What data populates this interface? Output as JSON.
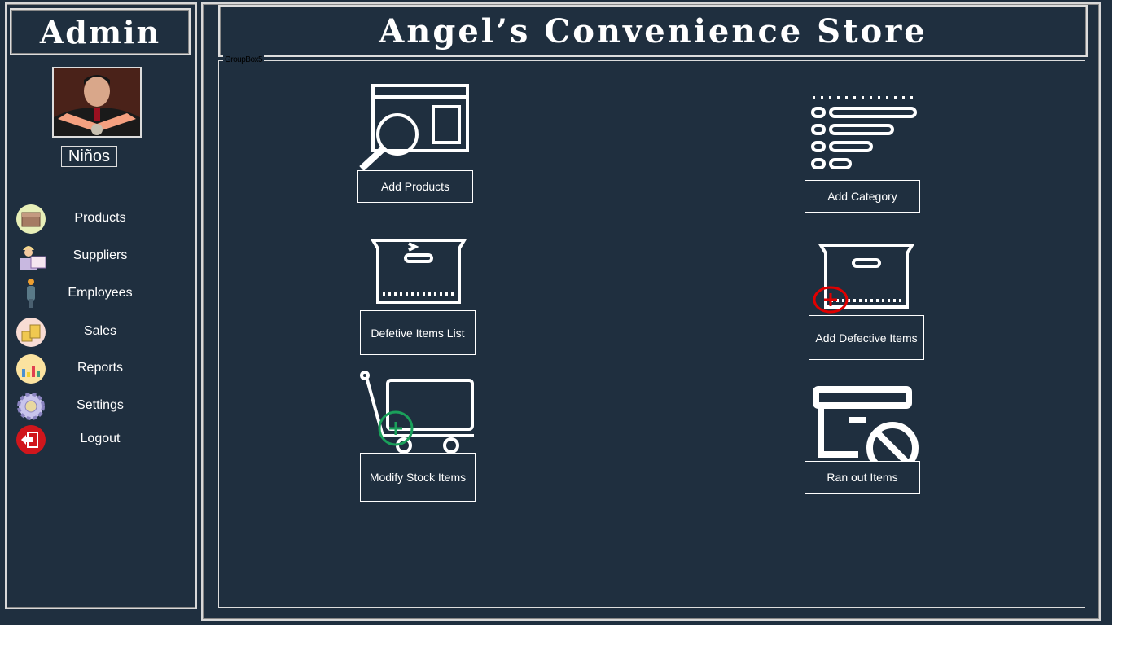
{
  "sidebar": {
    "title": "Admin",
    "user_name": "Niños",
    "items": [
      {
        "label": "Products",
        "icon": "box-icon"
      },
      {
        "label": "Suppliers",
        "icon": "supplier-icon"
      },
      {
        "label": "Employees",
        "icon": "employee-icon"
      },
      {
        "label": "Sales",
        "icon": "coins-icon"
      },
      {
        "label": "Reports",
        "icon": "bar-chart-icon"
      },
      {
        "label": "Settings",
        "icon": "gear-icon"
      },
      {
        "label": "Logout",
        "icon": "logout-icon"
      }
    ]
  },
  "header": {
    "title": "Angel’s Convenience Store"
  },
  "group": {
    "label": "GroupBox5",
    "buttons": {
      "add_products": "Add Products",
      "add_category": "Add Category",
      "defective_list": "Defetive Items List",
      "add_defective": "Add Defective Items",
      "modify_stock": "Modify Stock Items",
      "ran_out": "Ran out Items"
    }
  },
  "colors": {
    "background": "#1f2f3f",
    "border": "#d8d8d8",
    "logout": "#d0161c",
    "add_defective_mark": "#e00000",
    "modify_stock_mark": "#1aa05a"
  }
}
